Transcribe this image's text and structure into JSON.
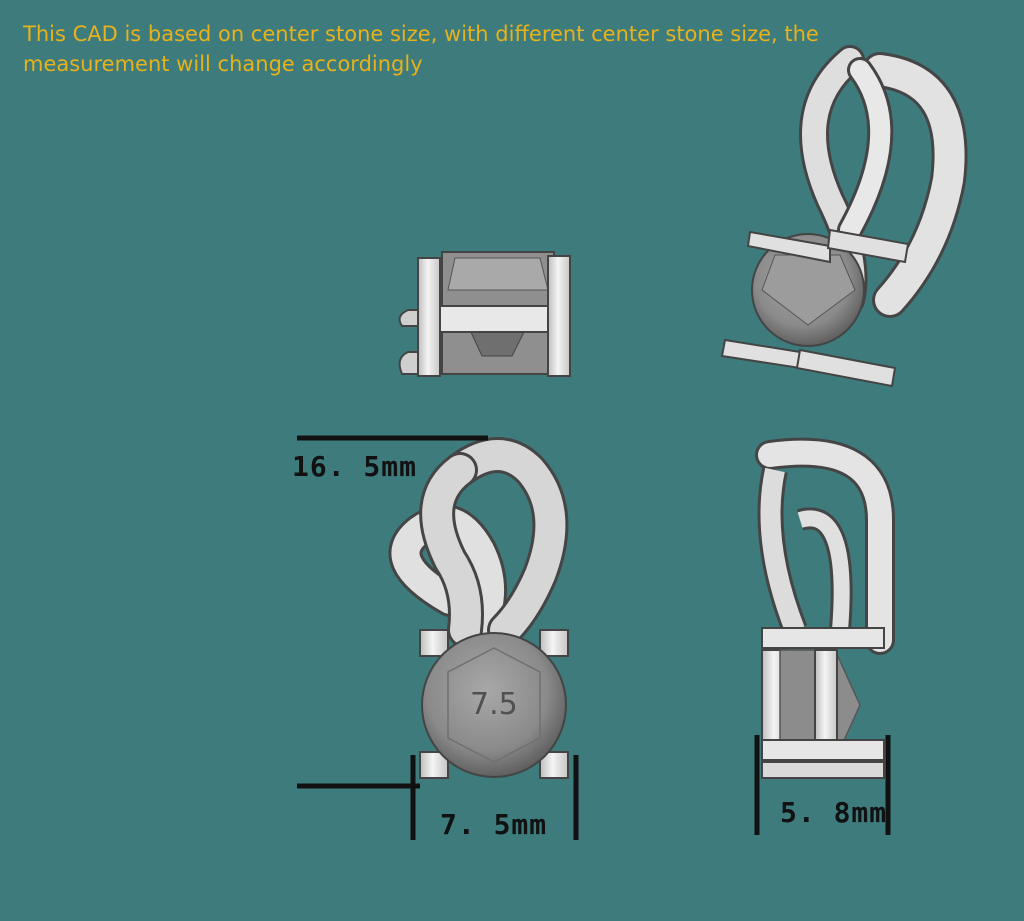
{
  "note": {
    "line1": "This CAD is based on center stone size, with different center stone size, the",
    "line2": "measurement will change accordingly"
  },
  "dimensions": {
    "height": "16. 5mm",
    "width_front": "7. 5mm",
    "width_side": "5. 8mm"
  },
  "stone_size_label": "7.5",
  "colors": {
    "background": "#3d7b7c",
    "note_text": "#e7b21b",
    "metal": "#e4e4e4",
    "stone": "#909090",
    "dimension_lines": "#111111"
  }
}
